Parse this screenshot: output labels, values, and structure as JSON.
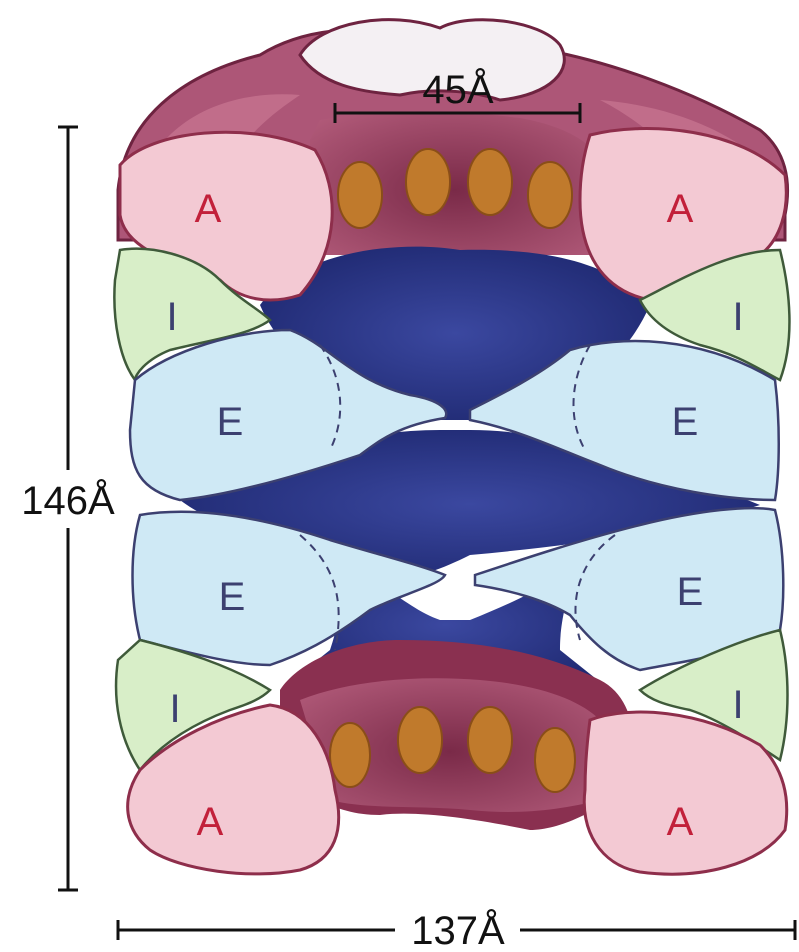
{
  "dimensions": {
    "pore_width": "45Å",
    "height": "146Å",
    "width": "137Å"
  },
  "domains": {
    "apical": "A",
    "intermediate": "I",
    "equatorial": "E"
  },
  "colors": {
    "apical_cap": "#a84f6c",
    "apical_cap_light": "#f1eef2",
    "apical_domain": "#f3c9d3",
    "apical_outline": "#8e2e4b",
    "intermediate_domain": "#d8eec8",
    "equatorial_domain": "#cfe9f5",
    "cavity": "#263382",
    "cavity_light": "#4a57a6",
    "orange_lobe": "#c07a2c",
    "letter_apical": "#c2203a",
    "letter_other": "#3c4070"
  }
}
